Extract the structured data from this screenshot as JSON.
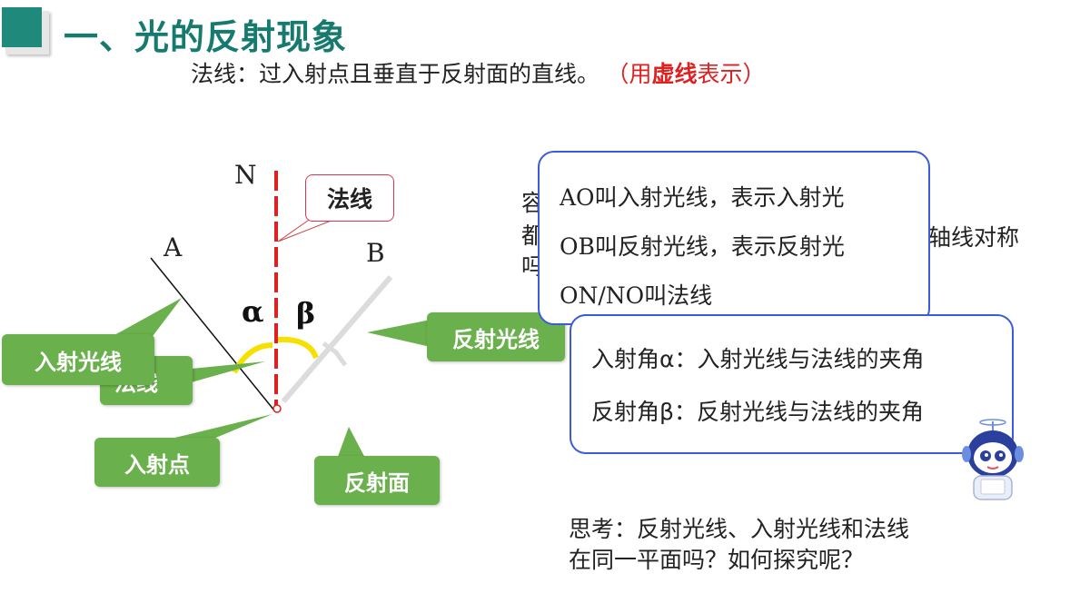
{
  "title": "一、光的反射现象",
  "subtitle": {
    "main": "法线：过入射点且垂直于反射面的直线。",
    "paren_open": "（用",
    "emphasis": "虚线",
    "paren_close": "表示）"
  },
  "diagram": {
    "letter_n": "N",
    "letter_a": "A",
    "letter_b": "B",
    "alpha": "α",
    "beta": "β",
    "normal_callout": "法线"
  },
  "green_labels": {
    "incident_ray": "入射光线",
    "normal": "法线",
    "incident_point": "入射点",
    "reflected_ray": "反射光线",
    "reflecting_surface": "反射面"
  },
  "partially_hidden": {
    "line1": "容",
    "line2": "都",
    "line3": "吗",
    "right": "轴线对称"
  },
  "info_box_1": {
    "line1": "AO叫入射光线，表示入射光",
    "line2": "OB叫反射光线，表示反射光",
    "line3": "ON/NO叫法线"
  },
  "info_box_2": {
    "line1": "入射角α：入射光线与法线的夹角",
    "line2": "反射角β：反射光线与法线的夹角"
  },
  "think": {
    "line1": "思考：反射光线、入射光线和法线",
    "line2": "在同一平面吗？如何探究呢？"
  },
  "colors": {
    "title": "#167a6e",
    "label_green": "#6ab04c",
    "normal_red": "#e02020",
    "box_border": "#3b5bdb",
    "angle_yellow": "#f5e000"
  }
}
